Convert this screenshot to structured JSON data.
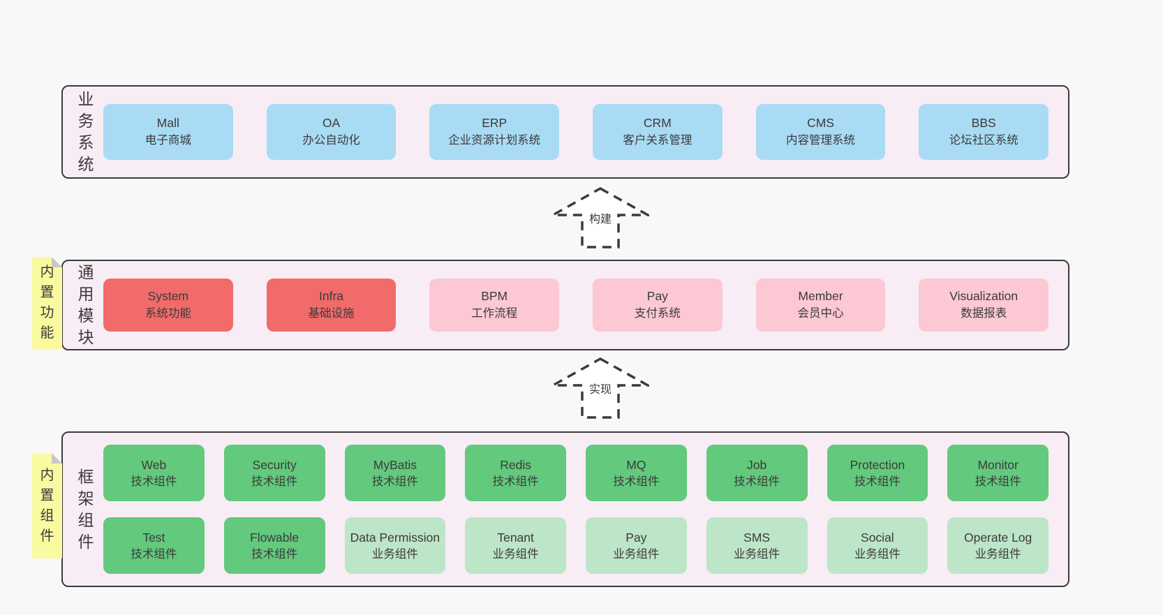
{
  "colors": {
    "page_bg": "#f8f8f8",
    "panel_bg": "#f8edf5",
    "panel_border": "#3b3b3b",
    "text": "#3b3b3b",
    "blue": "#a9dbf4",
    "red": "#f16b6b",
    "pink": "#fcc8d3",
    "green": "#63c97d",
    "green_light": "#bde5c8",
    "note_bg": "#fbfaa0",
    "note_fold": "#c8c8c8"
  },
  "sections": [
    {
      "id": "business",
      "label": "业务系统",
      "note": null,
      "rows": [
        [
          {
            "title": "Mall",
            "subtitle": "电子商城",
            "variant": "blue"
          },
          {
            "title": "OA",
            "subtitle": "办公自动化",
            "variant": "blue"
          },
          {
            "title": "ERP",
            "subtitle": "企业资源计划系统",
            "variant": "blue"
          },
          {
            "title": "CRM",
            "subtitle": "客户关系管理",
            "variant": "blue"
          },
          {
            "title": "CMS",
            "subtitle": "内容管理系统",
            "variant": "blue"
          },
          {
            "title": "BBS",
            "subtitle": "论坛社区系统",
            "variant": "blue"
          }
        ]
      ]
    },
    {
      "id": "modules",
      "label": "通用模块",
      "note": "内置功能",
      "rows": [
        [
          {
            "title": "System",
            "subtitle": "系统功能",
            "variant": "red"
          },
          {
            "title": "Infra",
            "subtitle": "基础设施",
            "variant": "red"
          },
          {
            "title": "BPM",
            "subtitle": "工作流程",
            "variant": "pink"
          },
          {
            "title": "Pay",
            "subtitle": "支付系统",
            "variant": "pink"
          },
          {
            "title": "Member",
            "subtitle": "会员中心",
            "variant": "pink"
          },
          {
            "title": "Visualization",
            "subtitle": "数据报表",
            "variant": "pink"
          }
        ]
      ]
    },
    {
      "id": "components",
      "label": "框架组件",
      "note": "内置组件",
      "rows": [
        [
          {
            "title": "Web",
            "subtitle": "技术组件",
            "variant": "green"
          },
          {
            "title": "Security",
            "subtitle": "技术组件",
            "variant": "green"
          },
          {
            "title": "MyBatis",
            "subtitle": "技术组件",
            "variant": "green"
          },
          {
            "title": "Redis",
            "subtitle": "技术组件",
            "variant": "green"
          },
          {
            "title": "MQ",
            "subtitle": "技术组件",
            "variant": "green"
          },
          {
            "title": "Job",
            "subtitle": "技术组件",
            "variant": "green"
          },
          {
            "title": "Protection",
            "subtitle": "技术组件",
            "variant": "green"
          },
          {
            "title": "Monitor",
            "subtitle": "技术组件",
            "variant": "green"
          }
        ],
        [
          {
            "title": "Test",
            "subtitle": "技术组件",
            "variant": "green"
          },
          {
            "title": "Flowable",
            "subtitle": "技术组件",
            "variant": "green"
          },
          {
            "title": "Data Permission",
            "subtitle": "业务组件",
            "variant": "green-light"
          },
          {
            "title": "Tenant",
            "subtitle": "业务组件",
            "variant": "green-light"
          },
          {
            "title": "Pay",
            "subtitle": "业务组件",
            "variant": "green-light"
          },
          {
            "title": "SMS",
            "subtitle": "业务组件",
            "variant": "green-light"
          },
          {
            "title": "Social",
            "subtitle": "业务组件",
            "variant": "green-light"
          },
          {
            "title": "Operate Log",
            "subtitle": "业务组件",
            "variant": "green-light"
          }
        ]
      ]
    }
  ],
  "arrows": [
    {
      "label": "构建"
    },
    {
      "label": "实现"
    }
  ]
}
